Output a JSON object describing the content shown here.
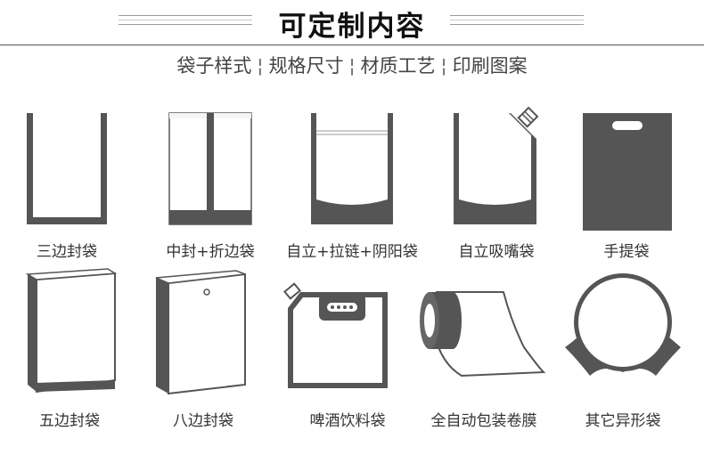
{
  "header": {
    "title": "可定制内容",
    "subtitle_items": [
      "袋子样式",
      "规格尺寸",
      "材质工艺",
      "印刷图案"
    ]
  },
  "row1": [
    {
      "label": "三边封袋",
      "icon": "three-side-seal-bag-icon"
    },
    {
      "label": "中封+折边袋",
      "icon": "center-seal-gusset-bag-icon"
    },
    {
      "label": "自立+拉链+阴阳袋",
      "icon": "stand-up-zipper-bag-icon"
    },
    {
      "label": "自立吸嘴袋",
      "icon": "spout-pouch-icon"
    },
    {
      "label": "手提袋",
      "icon": "handle-bag-icon"
    }
  ],
  "row2": [
    {
      "label": "五边封袋",
      "icon": "five-side-seal-bag-icon"
    },
    {
      "label": "八边封袋",
      "icon": "eight-side-seal-bag-icon"
    },
    {
      "label": "啤酒饮料袋",
      "icon": "beverage-bag-icon"
    },
    {
      "label": "全自动包装卷膜",
      "icon": "packaging-film-roll-icon"
    },
    {
      "label": "其它异形袋",
      "icon": "shaped-bag-icon"
    }
  ],
  "colors": {
    "accent": "#555555",
    "text": "#333333"
  }
}
